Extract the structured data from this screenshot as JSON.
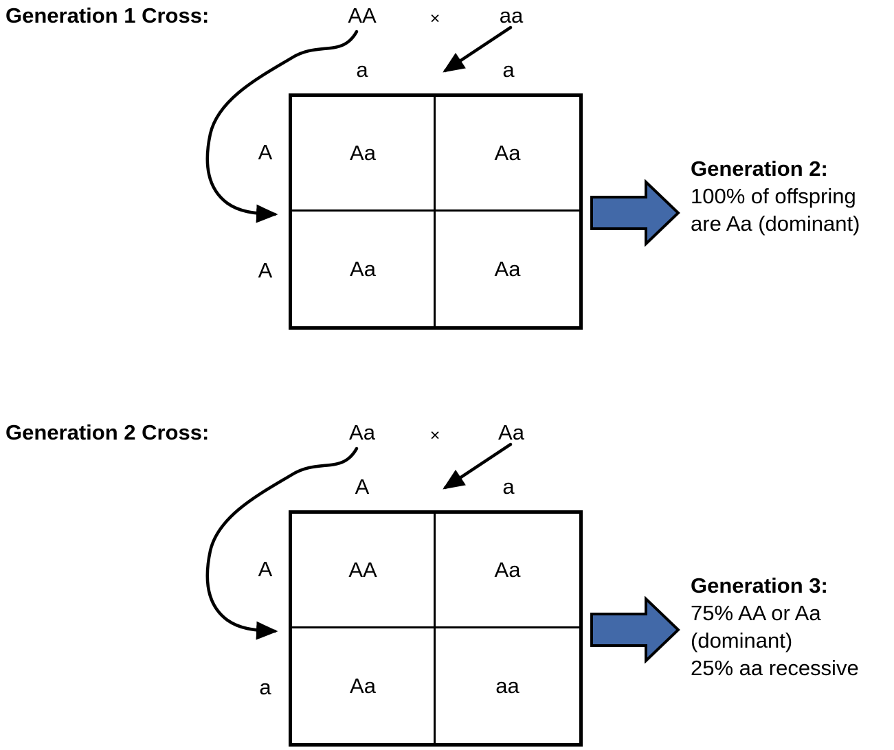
{
  "colors": {
    "arrow_fill": "#4269A8",
    "line": "#000000",
    "background": "#FFFFFF"
  },
  "sections": [
    {
      "title": "Generation 1 Cross:",
      "parent1": "AA",
      "cross_symbol": "×",
      "parent2": "aa",
      "col_headers": [
        "a",
        "a"
      ],
      "row_headers": [
        "A",
        "A"
      ],
      "cells": [
        "Aa",
        "Aa",
        "Aa",
        "Aa"
      ],
      "result": {
        "title": "Generation 2:",
        "lines": [
          "100% of offspring",
          "are Aa (dominant)"
        ]
      }
    },
    {
      "title": "Generation 2 Cross:",
      "parent1": "Aa",
      "cross_symbol": "×",
      "parent2": "Aa",
      "col_headers": [
        "A",
        "a"
      ],
      "row_headers": [
        "A",
        "a"
      ],
      "cells": [
        "AA",
        "Aa",
        "Aa",
        "aa"
      ],
      "result": {
        "title": "Generation 3:",
        "lines": [
          "75% AA or Aa",
          "(dominant)",
          "25% aa recessive"
        ]
      }
    }
  ]
}
